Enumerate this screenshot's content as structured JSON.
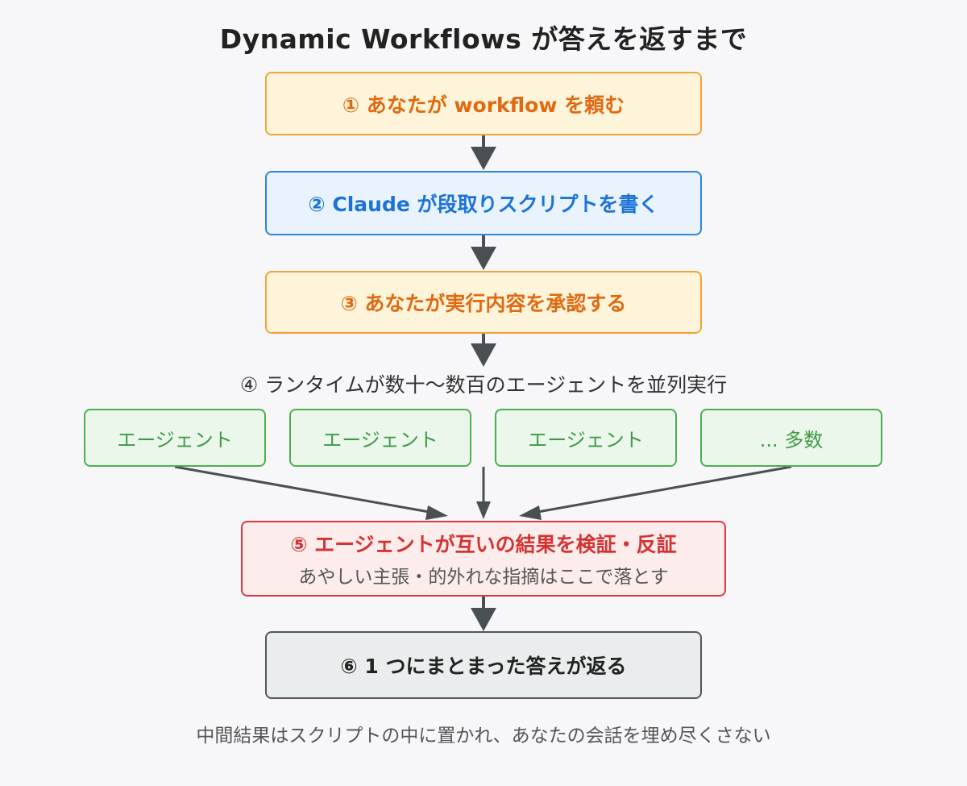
{
  "title": "Dynamic Workflows が答えを返すまで",
  "steps": {
    "step1": "① あなたが workflow を頼む",
    "step2": "② Claude が段取りスクリプトを書く",
    "step3": "③ あなたが実行内容を承認する",
    "step4": "④ ランタイムが数十〜数百のエージェントを並列実行",
    "step5": "⑤ エージェントが互いの結果を検証・反証",
    "step5_sub": "あやしい主張・的外れな指摘はここで落とす",
    "step6": "⑥ 1 つにまとまった答えが返る"
  },
  "agents": [
    "エージェント",
    "エージェント",
    "エージェント",
    "... 多数"
  ],
  "footer": "中間結果はスクリプトの中に置かれ、あなたの会話を埋め尽くさない",
  "colors": {
    "user_step": "#e06a12",
    "claude_step": "#1c72d8",
    "agent": "#3e9a45",
    "verify": "#d43333",
    "result": "#222222",
    "arrow": "#4a4f54"
  }
}
